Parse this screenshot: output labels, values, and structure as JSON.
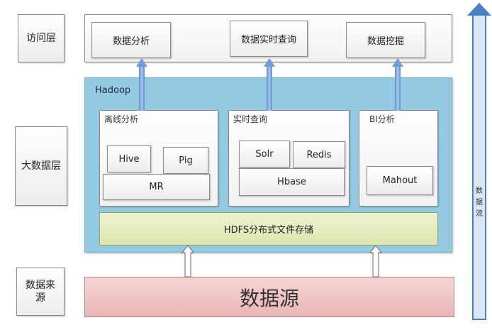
{
  "layers": {
    "access": "访问层",
    "bigdata": "大数据层",
    "source": "数据来源"
  },
  "apps": {
    "analysis": "数据分析",
    "realtime_query": "数据实时查询",
    "mining": "数据挖掘"
  },
  "hadoop": {
    "title": "Hadoop",
    "offline": {
      "title": "离线分析",
      "hive": "Hive",
      "pig": "Pig",
      "mr": "MR"
    },
    "realtime": {
      "title": "实时查询",
      "solr": "Solr",
      "redis": "Redis",
      "hbase": "Hbase"
    },
    "bi": {
      "title": "BI分析",
      "mahout": "Mahout"
    },
    "hdfs": "HDFS分布式文件存储"
  },
  "source_box": "数据源",
  "flow": {
    "label": "数据流",
    "color": "#4a7fc8"
  },
  "colors": {
    "hadoop_bg": "#93c9e1",
    "hdfs_bg": "#dde6b0",
    "source_bg": "#f2c6c6",
    "arrow": "#7aa7d8"
  }
}
